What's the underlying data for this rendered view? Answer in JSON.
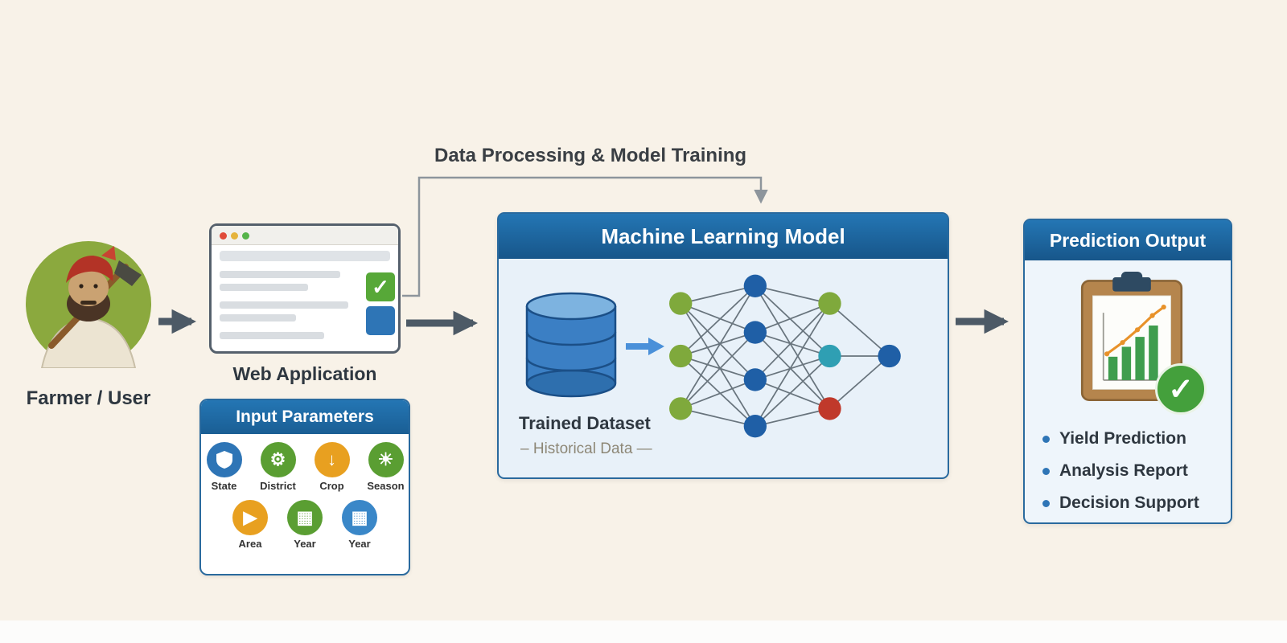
{
  "colors": {
    "header_blue": "#1f6aa5",
    "arrow_gray": "#4d5a66",
    "accent_blue": "#2e75b6"
  },
  "farmer": {
    "label": "Farmer / User"
  },
  "web_app": {
    "label": "Web Application",
    "check_glyph": "✓"
  },
  "input_parameters": {
    "title": "Input Parameters",
    "row1": [
      {
        "label": "State",
        "color": "#2e75b6",
        "glyph": ""
      },
      {
        "label": "District",
        "color": "#5a9e32",
        "glyph": "⚙"
      },
      {
        "label": "Crop",
        "color": "#e8a020",
        "glyph": "↓"
      },
      {
        "label": "Season",
        "color": "#5a9e32",
        "glyph": "☀"
      }
    ],
    "row2": [
      {
        "label": "Area",
        "color": "#e8a020",
        "glyph": "▶"
      },
      {
        "label": "Year",
        "color": "#5a9e32",
        "glyph": "▦"
      },
      {
        "label": "Year",
        "color": "#3a87c8",
        "glyph": "▦"
      }
    ]
  },
  "process_label": "Data Processing & Model Training",
  "ml_model": {
    "title": "Machine Learning Model",
    "dataset_label": "Trained Dataset",
    "dataset_sublabel": "– Historical Data —",
    "network_colors": {
      "input": "#7fa93c",
      "hidden": "#1f5fa6",
      "out_top": "#7fa93c",
      "out_mid": "#2f9fb3",
      "out_bot": "#c0392b",
      "final": "#1f5fa6"
    }
  },
  "prediction_output": {
    "title": "Prediction Output",
    "check_glyph": "✓",
    "items": [
      "Yield Prediction",
      "Analysis Report",
      "Decision Support"
    ]
  }
}
